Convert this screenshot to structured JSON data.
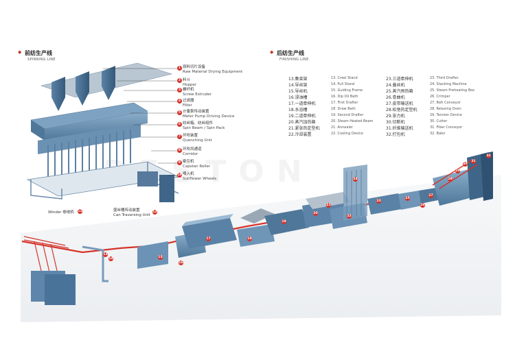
{
  "sections": {
    "spinning": {
      "title_zh": "前纺生产线",
      "title_en": "SPINNING LINE"
    },
    "finishing": {
      "title_zh": "后纺生产线",
      "title_en": "FINISHING LINE"
    }
  },
  "spinning_callouts": [
    {
      "num": "1",
      "zh": "原料切片设备",
      "en": "Raw Material Drying Equipment"
    },
    {
      "num": "2",
      "zh": "料斗",
      "en": "Hopper"
    },
    {
      "num": "3",
      "zh": "螺杆机",
      "en": "Screw Extruder"
    },
    {
      "num": "4",
      "zh": "过滤器",
      "en": "Filter"
    },
    {
      "num": "5",
      "zh": "计量泵传动装置",
      "en": "Meter Pump Driving Device"
    },
    {
      "num": "6",
      "zh": "纺丝箱、纺丝组件",
      "en": "Spin Beam / Spin Pack"
    },
    {
      "num": "7",
      "zh": "环吹装置",
      "en": "Quenching Unit"
    },
    {
      "num": "8",
      "zh": "环吹风通道",
      "en": "Corridor"
    },
    {
      "num": "9",
      "zh": "牵引机",
      "en": "Capstan Roller"
    },
    {
      "num": "10",
      "zh": "喂入机",
      "en": "Sunflower Wheels"
    }
  ],
  "spinning_lower": {
    "winder": {
      "num": "11",
      "en": "Winder",
      "zh": "卷绕机"
    },
    "can": {
      "num": "12",
      "zh": "盛丝桶传动装置",
      "en": "Can Traversing Unit"
    }
  },
  "finishing_legend": {
    "col1": [
      "13.集束架",
      "14.导丝架",
      "15.导丝机",
      "16.浸油槽",
      "17.一道牵伸机",
      "18.水浴槽",
      "19.二道牵伸机",
      "20.蒸汽加热箱",
      "21.紧张热定型机",
      "22.冷却装置"
    ],
    "col2": [
      "13. Creel Stand",
      "14. Full Stand",
      "15. Guiding Frame",
      "16. Dip Oil Bath",
      "17. First Drafter",
      "18. Draw Bath",
      "19. Second Drafter",
      "20. Steam Heated Beam",
      "21. Annealer",
      "22. Cooling Device"
    ],
    "col3": [
      "23.三道牵伸机",
      "24.叠丝机",
      "25.蒸汽预热箱",
      "26.卷曲机",
      "27.皮带输送机",
      "28.松弛热定型机",
      "29.张力机",
      "30.切断机",
      "31.纤维输送机",
      "32.打包机"
    ],
    "col4": [
      "23. Third Drafter",
      "24. Stacking Machine",
      "25. Steam Preheating Box",
      "26. Crimper",
      "27. Belt Conveyor",
      "28. Relaxing Oven",
      "29. Tension Device",
      "30. Cutter",
      "31. Fiber Conveyor",
      "32. Baler"
    ]
  },
  "line_badges": [
    {
      "num": "13"
    },
    {
      "num": "14"
    },
    {
      "num": "15"
    },
    {
      "num": "16"
    },
    {
      "num": "17"
    },
    {
      "num": "18"
    },
    {
      "num": "19"
    },
    {
      "num": "20"
    },
    {
      "num": "21"
    },
    {
      "num": "22"
    },
    {
      "num": "23"
    },
    {
      "num": "24"
    },
    {
      "num": "25"
    },
    {
      "num": "26"
    },
    {
      "num": "27"
    },
    {
      "num": "28"
    },
    {
      "num": "29"
    },
    {
      "num": "30"
    },
    {
      "num": "31"
    },
    {
      "num": "32"
    }
  ],
  "watermark": "BESTON",
  "colors": {
    "machine_blue": "#6f95b7",
    "machine_dark": "#3f6688",
    "fiber_red": "#d6322a",
    "badge_red": "#d6322a"
  }
}
